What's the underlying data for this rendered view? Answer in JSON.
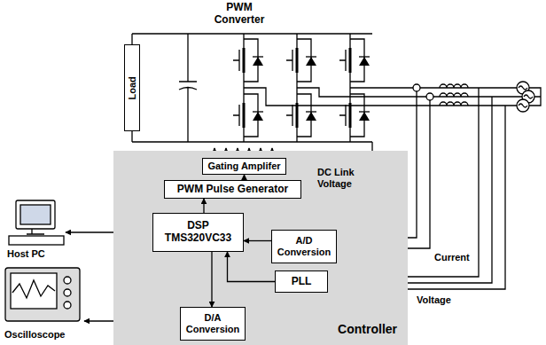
{
  "diagram": {
    "nodes": [
      {
        "text": [
          "Controller"
        ]
      },
      {
        "text": [
          "Gating Amplifer"
        ],
        "in": 0
      },
      {
        "text": [
          "PWM Pulse Generator"
        ],
        "in": 0
      },
      {
        "text": [
          "DSP TMS320VC33"
        ],
        "in": 0
      },
      {
        "text": [
          "A/D Conversion"
        ],
        "in": 0
      },
      {
        "text": [
          "PLL"
        ],
        "in": 0
      },
      {
        "text": [
          "D/A Conversion"
        ],
        "in": 0
      },
      {
        "text": [
          "Load"
        ]
      }
    ],
    "edges": [
      {
        "from": 2,
        "to": 1,
        "arrow": "to"
      },
      {
        "from": 3,
        "to": 2,
        "arrow": "to"
      },
      {
        "from": 4,
        "to": 3,
        "arrow": "to"
      },
      {
        "from": 5,
        "to": 3,
        "arrow": "to"
      },
      {
        "from": 3,
        "to": 6,
        "arrow": "to"
      }
    ],
    "labels": [
      "PWM Converter",
      "DC Link Voltage",
      "Current",
      "Voltage",
      "Host PC",
      "Oscilloscope"
    ]
  }
}
